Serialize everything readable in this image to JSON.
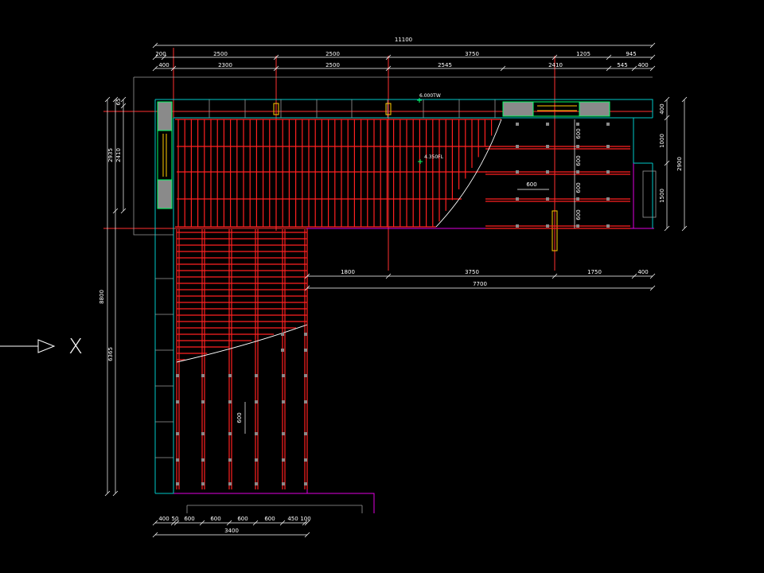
{
  "colors": {
    "background": "#000000",
    "dimension": "#ffffff",
    "outline": "#00c8c8",
    "joist": "#ff2020",
    "axis": "#ff3030",
    "boundary": "#e000e0",
    "window": "#00ff66",
    "hatch": "#808080",
    "post": "#ffcc00"
  },
  "top_dims": {
    "overall": "11100",
    "row1": [
      "200",
      "2500",
      "2500",
      "3750",
      "1205",
      "945"
    ],
    "row2": [
      "400",
      "2300",
      "2500",
      "2545",
      "2410",
      "545",
      "400"
    ]
  },
  "left_dims": {
    "overall": "8800",
    "upper_a": "2935",
    "upper_b": "2410",
    "upper_c": "65",
    "lower": "6365"
  },
  "right_dims": {
    "a": "400",
    "b": "1000",
    "c": "1500",
    "overall": "2900"
  },
  "mid_dims": {
    "row": [
      "1800",
      "3750",
      "1750",
      "400"
    ],
    "overall": "7700"
  },
  "bottom_dims": {
    "row": [
      "400",
      "50",
      "600",
      "600",
      "600",
      "600",
      "450",
      "100"
    ],
    "overall": "3400"
  },
  "spacing_labels": {
    "upper_vertical": [
      "600",
      "600",
      "600",
      "600"
    ],
    "upper_horizontal": "600",
    "lower_vertical": "600"
  },
  "level_marks": [
    "6.000TW",
    "4.350FL"
  ],
  "section_mark": {
    "symbol": "X"
  }
}
